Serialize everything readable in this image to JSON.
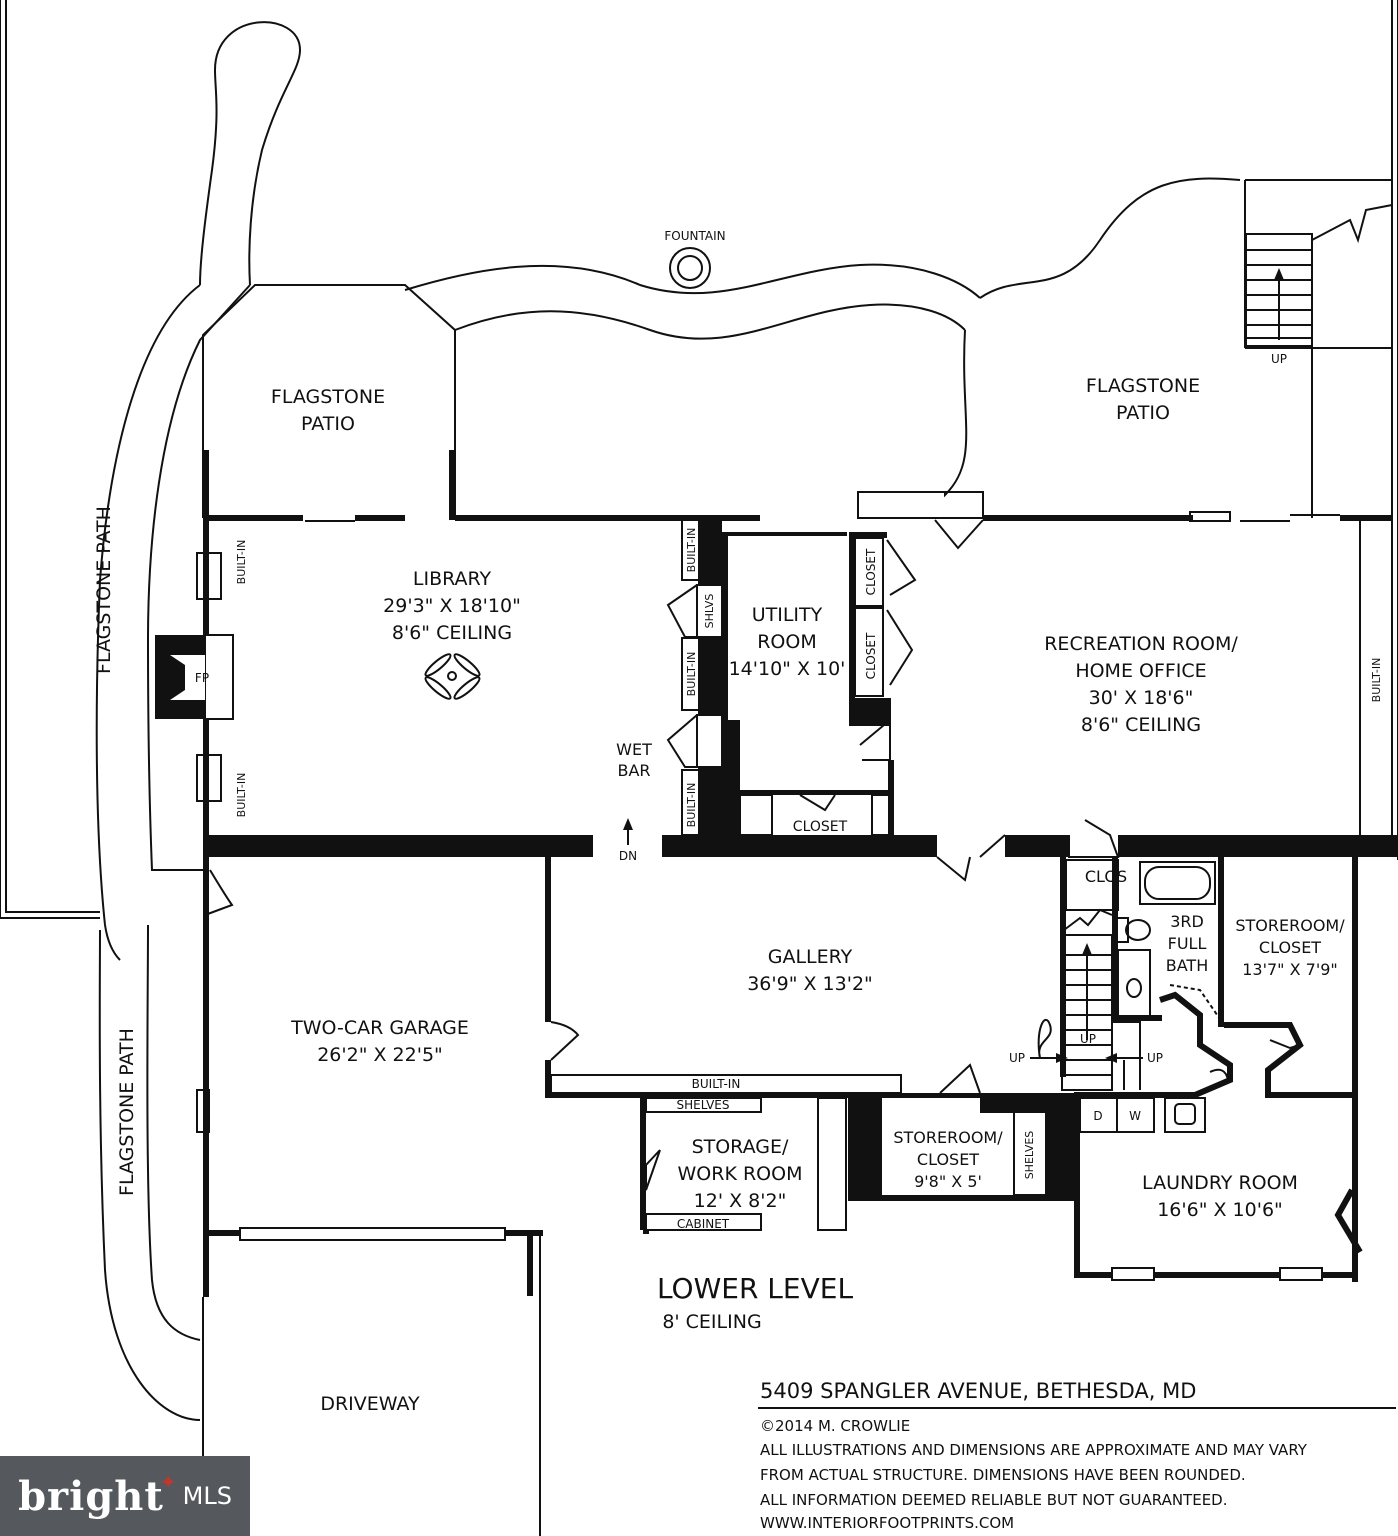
{
  "plan": {
    "level_title": "LOWER LEVEL",
    "level_subtitle": "8' CEILING",
    "address": "5409 SPANGLER AVENUE, BETHESDA, MD",
    "copyright": "©2014 M. CROWLIE",
    "disclaimer_1": "ALL ILLUSTRATIONS AND DIMENSIONS ARE APPROXIMATE AND MAY VARY",
    "disclaimer_2": "FROM ACTUAL STRUCTURE. DIMENSIONS HAVE BEEN ROUNDED.",
    "disclaimer_3": "ALL INFORMATION DEEMED RELIABLE BUT NOT GUARANTEED.",
    "website": "WWW.INTERIORFOOTPRINTS.COM"
  },
  "rooms": {
    "library": {
      "name": "LIBRARY",
      "size": "29'3\" X 18'10\"",
      "ceiling": "8'6\" CEILING"
    },
    "utility": {
      "name_1": "UTILITY",
      "name_2": "ROOM",
      "size": "14'10\" X 10'"
    },
    "recreation": {
      "name_1": "RECREATION ROOM/",
      "name_2": "HOME OFFICE",
      "size": "30' X 18'6\"",
      "ceiling": "8'6\" CEILING"
    },
    "gallery": {
      "name": "GALLERY",
      "size": "36'9\" X 13'2\""
    },
    "garage": {
      "name": "TWO-CAR GARAGE",
      "size": "26'2\" X 22'5\""
    },
    "storage": {
      "name_1": "STORAGE/",
      "name_2": "WORK ROOM",
      "size": "12' X 8'2\""
    },
    "storeroom_small": {
      "name_1": "STOREROOM/",
      "name_2": "CLOSET",
      "size": "9'8\" X 5'"
    },
    "storeroom_large": {
      "name_1": "STOREROOM/",
      "name_2": "CLOSET",
      "size": "13'7\" X 7'9\""
    },
    "laundry": {
      "name": "LAUNDRY ROOM",
      "size": "16'6\" X 10'6\""
    },
    "bath": {
      "name_1": "3RD",
      "name_2": "FULL",
      "name_3": "BATH"
    },
    "patio_left": {
      "name_1": "FLAGSTONE",
      "name_2": "PATIO"
    },
    "patio_right": {
      "name_1": "FLAGSTONE",
      "name_2": "PATIO"
    },
    "driveway": {
      "name": "DRIVEWAY"
    }
  },
  "labels": {
    "fountain": "FOUNTAIN",
    "flagstone_path": "FLAGSTONE PATH",
    "built_in": "BUILT-IN",
    "shlvs": "SHLVS",
    "closet": "CLOSET",
    "clos": "CLOS",
    "shelves": "SHELVES",
    "cabinet": "CABINET",
    "fp": "FP",
    "wet": "WET",
    "bar": "BAR",
    "up": "UP",
    "dn": "DN",
    "d": "D",
    "w": "W"
  },
  "logo": {
    "text": "bright",
    "suffix": "MLS"
  }
}
